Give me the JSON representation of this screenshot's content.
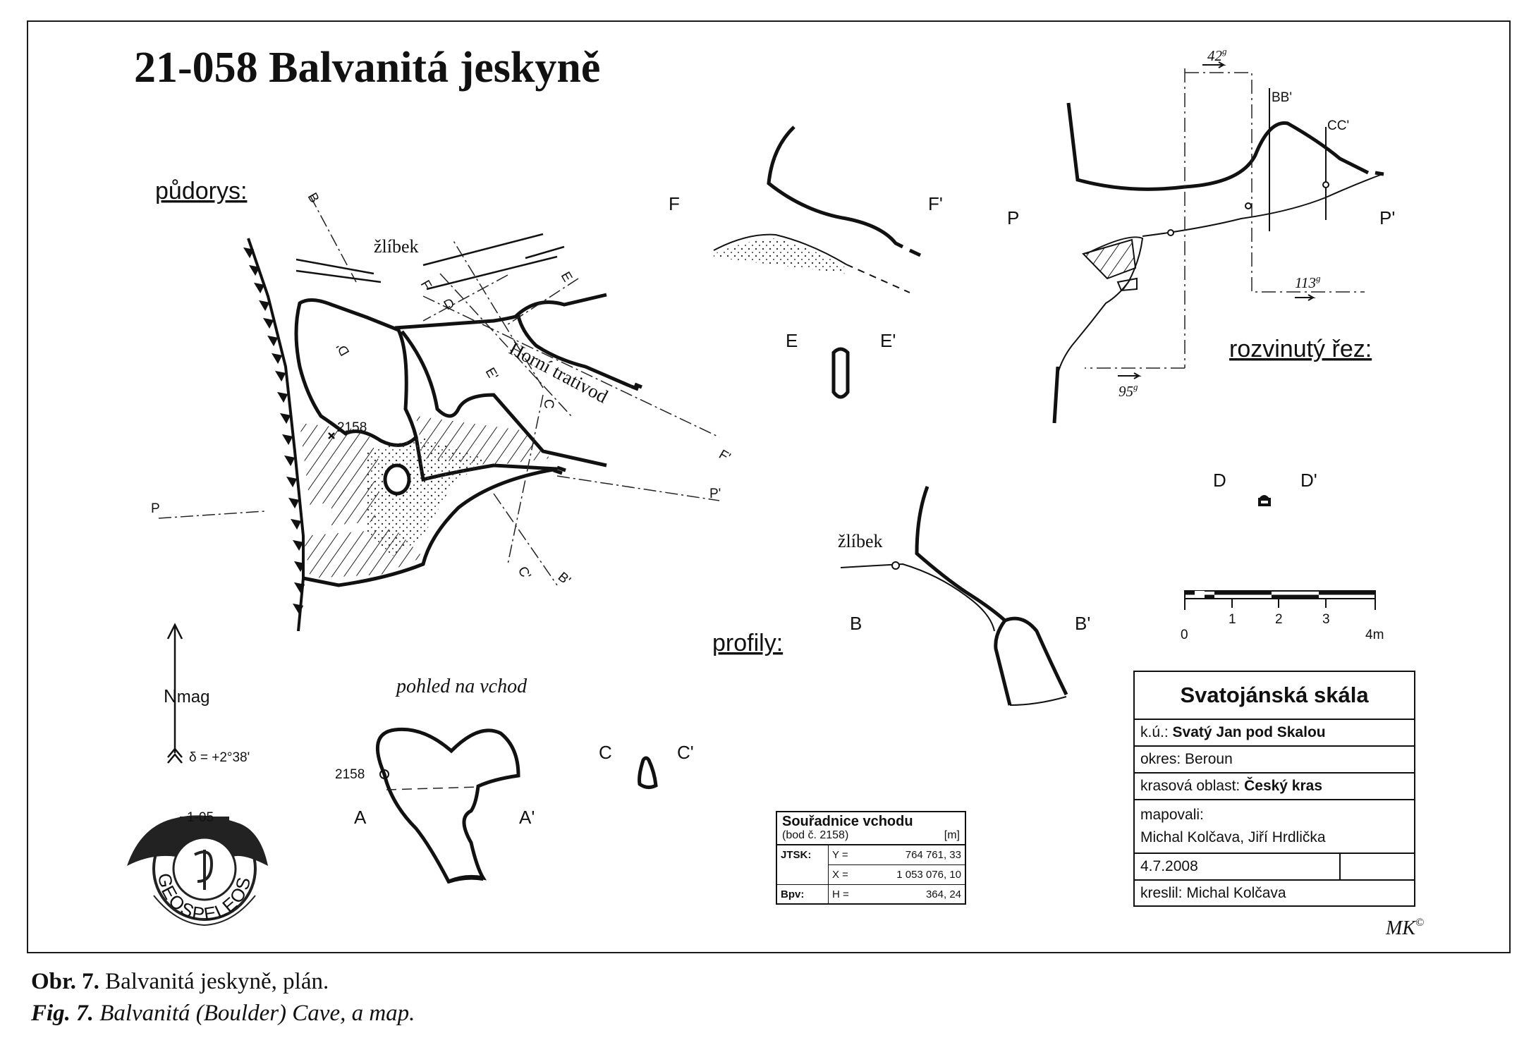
{
  "title": "21-058  Balvanitá jeskyně",
  "sections": {
    "plan": "půdorys:",
    "profiles": "profily:",
    "developed_section": "rozvinutý řez:"
  },
  "plan_labels": {
    "gully": "žlíbek",
    "drain": "Horní trativod",
    "point": "2158",
    "B": "B",
    "B_prime": "B'",
    "C": "C",
    "C_prime": "C'",
    "D": "D",
    "D_prime": "D'",
    "E": "E",
    "E_prime": "E'",
    "F": "F",
    "F_prime": "F'",
    "P": "P",
    "P_prime": "P'"
  },
  "profile_labels": {
    "F": "F",
    "F_prime": "F'",
    "E": "E",
    "E_prime": "E'",
    "B": "B",
    "B_prime": "B'",
    "C": "C",
    "C_prime": "C'",
    "D": "D",
    "D_prime": "D'",
    "A": "A",
    "A_prime": "A'",
    "gully": "žlíbek",
    "entrance_view": "pohled na vchod",
    "entrance_point": "2158"
  },
  "developed_section": {
    "P": "P",
    "P_prime": "P'",
    "BB": "BB'",
    "CC": "CC'",
    "angle_1": "42",
    "angle_2": "113",
    "angle_3": "95",
    "angle_unit": "g"
  },
  "north": {
    "label": "N",
    "sub": "mag",
    "declination": "δ = +2°38'"
  },
  "scale": {
    "ticks": [
      "0",
      "1",
      "2",
      "3",
      "4m"
    ]
  },
  "logo": {
    "text": "GEOSPELEOS",
    "code": "1-05"
  },
  "coordinates": {
    "title": "Souřadnice vchodu",
    "subtitle": "(bod č. 2158)",
    "unit": "[m]",
    "rows": [
      {
        "system": "JTSK:",
        "axis": "Y =",
        "value": "764 761, 33"
      },
      {
        "system": "",
        "axis": "X =",
        "value": "1 053 076, 10"
      },
      {
        "system": "Bpv:",
        "axis": "H =",
        "value": "364, 24"
      }
    ]
  },
  "legend": {
    "title": "Svatojánská skála",
    "ku_label": "k.ú.:",
    "ku_value": "Svatý Jan pod Skalou",
    "district_label": "okres:",
    "district_value": "Beroun",
    "karst_label": "krasová oblast:",
    "karst_value": "Český kras",
    "mapped_label": "mapovali:",
    "mapped_value": "Michal Kolčava, Jiří Hrdlička",
    "date": "4.7.2008",
    "drawn_label": "kreslil:",
    "drawn_value": "Michal Kolčava"
  },
  "signature": "MK",
  "caption": {
    "cz_label": "Obr. 7.",
    "cz_text": "Balvanitá jeskyně, plán.",
    "en_label": "Fig. 7.",
    "en_text": "Balvanitá (Boulder) Cave, a map."
  }
}
